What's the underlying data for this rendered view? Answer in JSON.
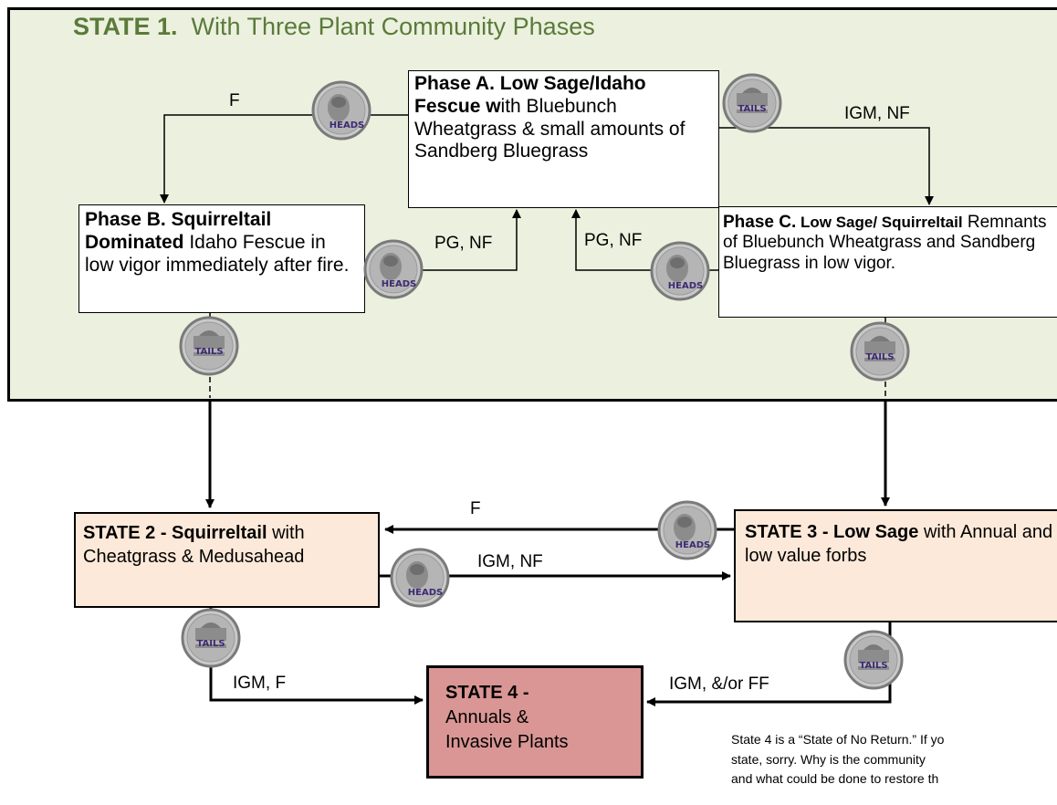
{
  "state1": {
    "title_bold": "STATE 1.",
    "title_rest": "With Three Plant Community Phases"
  },
  "phase_a": {
    "bold": "Phase A. Low Sage/Idaho Fescue w",
    "rest": "ith Bluebunch Wheatgrass & small amounts of Sandberg Bluegrass"
  },
  "phase_b": {
    "bold": "Phase B. Squirreltail Dominated",
    "rest": " Idaho Fescue in low  vigor immediately after  fire."
  },
  "phase_c": {
    "bold": "Phase C.",
    "bold_small": " Low Sage/ Squirreltail",
    "rest": "   Remnants of Bluebunch Wheatgrass and Sandberg Bluegrass in low vigor."
  },
  "state2": {
    "bold": "STATE 2 - Squirreltail",
    "rest": " with Cheatgrass & Medusahead"
  },
  "state3": {
    "bold": "STATE 3 - Low Sage",
    "rest": " with Annual and low value forbs"
  },
  "state4": {
    "line1": "STATE 4 -",
    "line2": "Annuals &",
    "line3": "Invasive Plants"
  },
  "labels": {
    "f_top": "F",
    "igm_nf_top": "IGM, NF",
    "pg_nf_left": "PG, NF",
    "pg_nf_right": "PG, NF",
    "f_middle": "F",
    "igm_nf_middle": "IGM, NF",
    "igm_f_bottom": "IGM, F",
    "igm_ff_bottom": "IGM, &/or  FF"
  },
  "coins": {
    "heads": "HEADS",
    "tails": "TAILS"
  },
  "note": {
    "line1": "State 4 is a “State of No Return.” If yo",
    "line2": "state,  sorry.  Why is the community",
    "line3": "and what could be done to restore th"
  },
  "colors": {
    "state1_fill": "#ebf1de",
    "state1_title": "#5b7a3a",
    "state_box_fill": "#fde9d9",
    "state4_fill": "#d99694"
  }
}
